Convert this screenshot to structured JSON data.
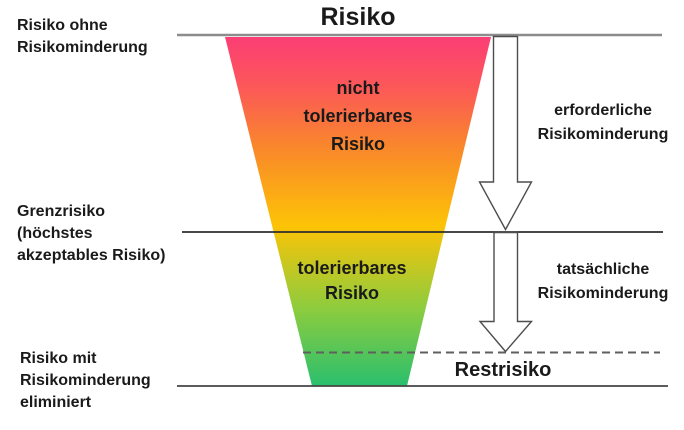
{
  "title": "Risiko",
  "left_labels": {
    "risk_without_reduction": [
      "Risiko ohne",
      "Risikominderung"
    ],
    "limit_risk": [
      "Grenzrisiko",
      "(höchstes",
      "akzeptables Risiko)"
    ],
    "risk_with_reduction": [
      "Risiko mit",
      "Risikominderung",
      "eliminiert"
    ]
  },
  "funnel": {
    "not_tolerable_risk": [
      "nicht",
      "tolerierbares",
      "Risiko"
    ],
    "tolerable_risk": [
      "tolerierbares",
      "Risiko"
    ],
    "gradient": [
      "#fb3e75",
      "#fc5759",
      "#f9882a",
      "#fdc306",
      "#8ccc3e",
      "#2abf6e"
    ]
  },
  "right_labels": {
    "required_reduction": [
      "erforderliche",
      "Risikominderung"
    ],
    "actual_reduction": [
      "tatsächliche",
      "Risikominderung"
    ],
    "residual_risk": "Restrisiko"
  },
  "colors": {
    "top_line": "#8c8c8c",
    "limit_line": "#2e2e2e",
    "residual_dashed_line": "#5f5f5f",
    "bottom_line": "#454545",
    "arrow_fill": "#ffffff",
    "arrow_outline": "#4d4d4d",
    "text": "#1a1a1a"
  }
}
